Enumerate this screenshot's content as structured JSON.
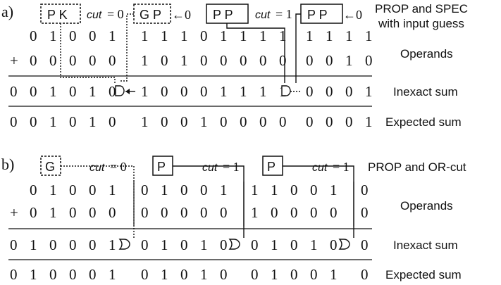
{
  "panel_a": {
    "tag": "a)",
    "title_line1": "PROP and SPEC",
    "title_line2": "with input guess",
    "operands_label": "Operands",
    "inexact_label": "Inexact sum",
    "expected_label": "Expected sum",
    "boxes": [
      "P K",
      "G P",
      "P P",
      "P P"
    ],
    "cut_texts": [
      "cut",
      "cut"
    ],
    "cut_values": [
      "= 0",
      "= 1"
    ],
    "arrow_zeros": [
      "←0",
      "←0"
    ],
    "plus": "+",
    "row1": [
      "0",
      "1",
      "0",
      "0",
      "1",
      "1",
      "1",
      "1",
      "0",
      "1",
      "1",
      "1",
      "1",
      "1",
      "1",
      "1",
      "1"
    ],
    "row2": [
      "0",
      "0",
      "0",
      "0",
      "0",
      "1",
      "0",
      "1",
      "0",
      "0",
      "0",
      "0",
      "0",
      "0",
      "0",
      "1",
      "0"
    ],
    "inexact": [
      "0",
      "0",
      "1",
      "0",
      "1",
      "0",
      "1",
      "0",
      "0",
      "0",
      "1",
      "1",
      "1",
      "1",
      "0",
      "0",
      "0",
      "1"
    ],
    "expected": [
      "0",
      "0",
      "1",
      "0",
      "1",
      "0",
      "1",
      "0",
      "0",
      "1",
      "0",
      "0",
      "0",
      "0",
      "0",
      "0",
      "0",
      "1"
    ]
  },
  "panel_b": {
    "tag": "b)",
    "title": "PROP and OR-cut",
    "operands_label": "Operands",
    "inexact_label": "Inexact sum",
    "expected_label": "Expected sum",
    "boxes": [
      "G",
      "P",
      "P"
    ],
    "cut_texts": [
      "cut",
      "cut",
      "cut"
    ],
    "cut_values": [
      "= 0",
      "= 1",
      "= 1"
    ],
    "plus": "+",
    "row1": [
      "0",
      "1",
      "0",
      "0",
      "1",
      "0",
      "1",
      "0",
      "0",
      "1",
      "1",
      "1",
      "0",
      "0",
      "1",
      "0"
    ],
    "row2": [
      "0",
      "1",
      "0",
      "0",
      "0",
      "0",
      "0",
      "0",
      "0",
      "0",
      "1",
      "0",
      "0",
      "0",
      "0",
      "0"
    ],
    "inexact": [
      "0",
      "1",
      "0",
      "0",
      "0",
      "1",
      "0",
      "1",
      "0",
      "1",
      "0",
      "0",
      "1",
      "0",
      "1",
      "0",
      "0"
    ],
    "expected": [
      "0",
      "1",
      "0",
      "0",
      "0",
      "1",
      "0",
      "1",
      "0",
      "1",
      "0",
      "0",
      "1",
      "0",
      "0",
      "1",
      "0"
    ]
  },
  "colors": {
    "error": "#e8202a",
    "correct": "#1a9a4a",
    "ink": "#111111"
  }
}
